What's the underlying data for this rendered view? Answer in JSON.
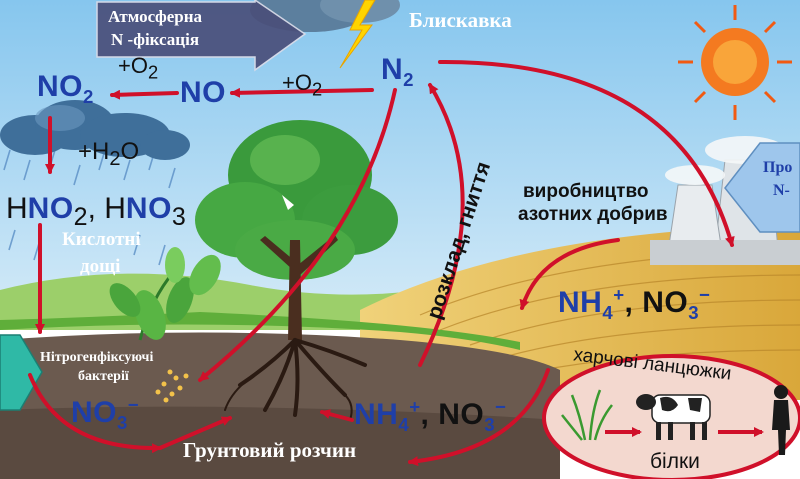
{
  "labels": {
    "atm_line1": "Атмосферна",
    "atm_line2": "N -фіксація",
    "lightning": "Блискавка",
    "n2_base": "N",
    "n2_sub": "2",
    "no2_a": "NO",
    "no2_sub": "2",
    "no": "NO",
    "o2_left_pre": "+O",
    "o2_left_sub": "2",
    "o2_right_pre": "+O",
    "o2_right_sub": "2",
    "h2o_pre": "+H",
    "h2o_sub": "2",
    "h2o_post": "O",
    "acids_h1": "H",
    "acids_no": "NO",
    "acids_sub1": "2",
    "acids_sep": ", H",
    "acids_no2": "NO",
    "acids_sub2": "3",
    "acid_rain_line1": "Кислотні",
    "acid_rain_line2": "дощі",
    "bacteria_line1": "Нітрогенфіксуючі",
    "bacteria_line2": "бактерії",
    "soil_no3": "NO",
    "soil_no3_sub": "3",
    "soil_no3_sup": "−",
    "soil_nh4": "NH",
    "soil_nh4_sub": "4",
    "soil_nh4_sup": "+",
    "soil_comma": ", NO",
    "soil_no3b_sub": "3",
    "soil_no3b_sup": "−",
    "decay": "розклад, гниття",
    "fert_line1": "виробництво",
    "fert_line2": "азотних добрив",
    "field_nh4": "NH",
    "field_nh4_sub": "4",
    "field_nh4_sup": "+",
    "field_comma": ", NO",
    "field_no3_sub": "3",
    "field_no3_sup": "−",
    "food_chains": "харчові ланцюжки",
    "proteins": "білки",
    "soil_solution": "Грунтовий розчин",
    "industrial_line1": "Про",
    "industrial_line2": "N-"
  },
  "colors": {
    "sky": "#86c6ee",
    "cloud": "#3f6f9a",
    "field": "#e3b84a",
    "soil": "#6b5a4f",
    "grass": "#5fae3a",
    "arrow_red": "#d0102a",
    "chem_blue": "#1f3fa8",
    "sun": "#f15a12",
    "banner_fill": "#4a4f7a"
  },
  "icons": [
    "cloud-icon",
    "lightning-icon",
    "sun-icon",
    "tree-icon",
    "cow-icon",
    "human-icon",
    "power-plant-icon",
    "plant-icon",
    "grass-icon"
  ]
}
